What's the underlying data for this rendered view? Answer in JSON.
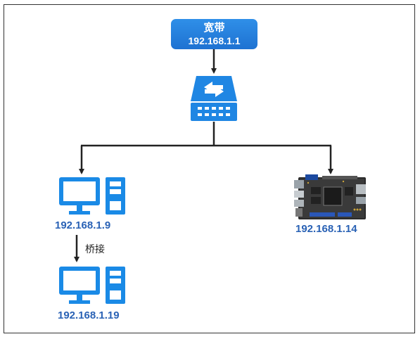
{
  "broadband": {
    "label": "宽带",
    "ip": "192.168.1.1"
  },
  "pc1": {
    "ip": "192.168.1.9"
  },
  "pc2": {
    "ip": "192.168.1.19"
  },
  "board": {
    "ip": "192.168.1.14"
  },
  "bridge_label": "桥接",
  "colors": {
    "accent": "#1e72d2",
    "icon_blue": "#1a8ae6",
    "ip_text": "#2a62b5",
    "line": "#222222"
  },
  "icons": [
    "switch-icon",
    "computer-icon",
    "computer-icon",
    "dev-board-icon"
  ]
}
